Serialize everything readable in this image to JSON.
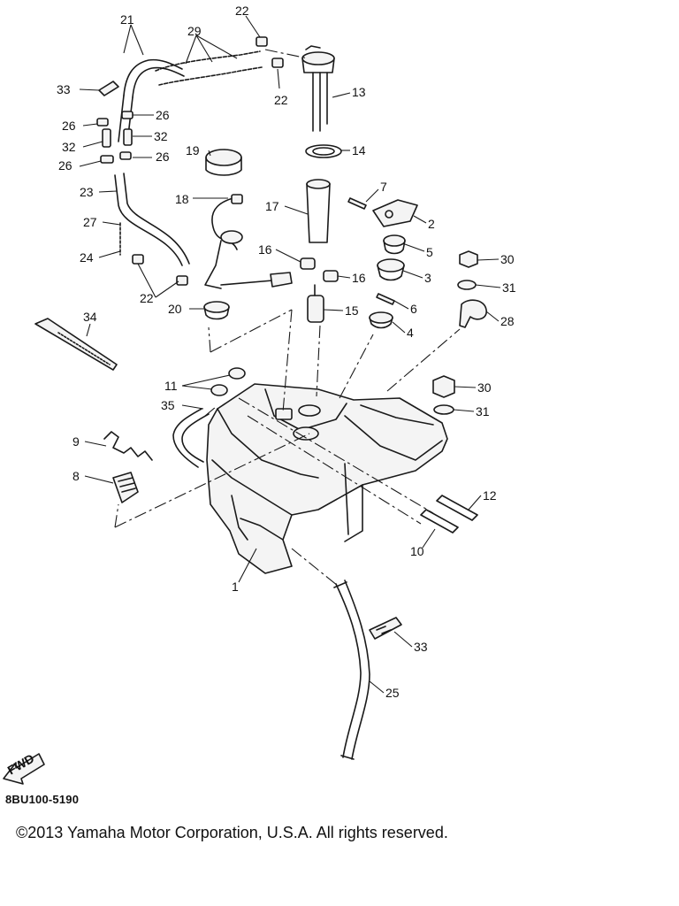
{
  "diagram": {
    "drawing_code": "8BU100-5190",
    "copyright": "©2013 Yamaha Motor Corporation, U.S.A. All rights reserved.",
    "fwd_label": "FWD",
    "callouts": [
      {
        "label": "21"
      },
      {
        "label": "29"
      },
      {
        "label": "22"
      },
      {
        "label": "33"
      },
      {
        "label": "22"
      },
      {
        "label": "13"
      },
      {
        "label": "26"
      },
      {
        "label": "26"
      },
      {
        "label": "32"
      },
      {
        "label": "32"
      },
      {
        "label": "26"
      },
      {
        "label": "26"
      },
      {
        "label": "19"
      },
      {
        "label": "14"
      },
      {
        "label": "23"
      },
      {
        "label": "7"
      },
      {
        "label": "18"
      },
      {
        "label": "17"
      },
      {
        "label": "2"
      },
      {
        "label": "27"
      },
      {
        "label": "5"
      },
      {
        "label": "24"
      },
      {
        "label": "16"
      },
      {
        "label": "30"
      },
      {
        "label": "3"
      },
      {
        "label": "16"
      },
      {
        "label": "22"
      },
      {
        "label": "31"
      },
      {
        "label": "6"
      },
      {
        "label": "20"
      },
      {
        "label": "15"
      },
      {
        "label": "28"
      },
      {
        "label": "34"
      },
      {
        "label": "4"
      },
      {
        "label": "11"
      },
      {
        "label": "30"
      },
      {
        "label": "35"
      },
      {
        "label": "31"
      },
      {
        "label": "9"
      },
      {
        "label": "8"
      },
      {
        "label": "12"
      },
      {
        "label": "10"
      },
      {
        "label": "1"
      },
      {
        "label": "33"
      },
      {
        "label": "25"
      }
    ]
  }
}
